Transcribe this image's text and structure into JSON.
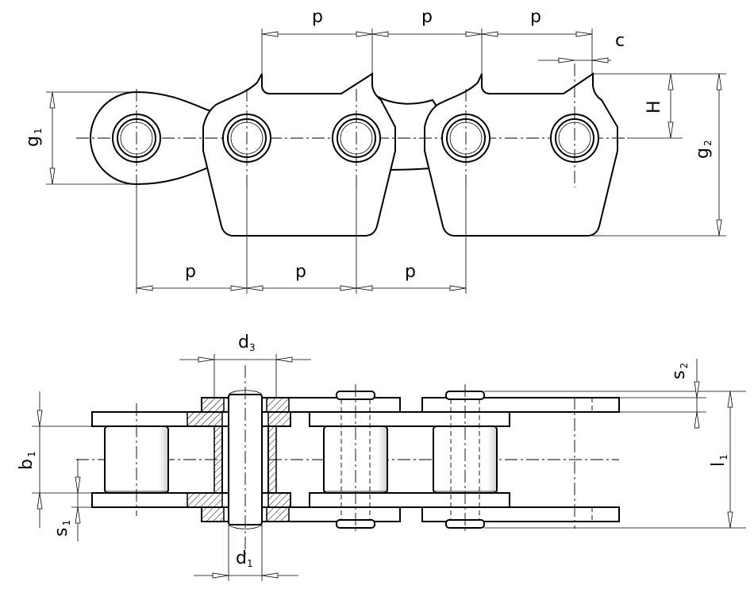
{
  "labels": {
    "pitch": "p",
    "clearance": "c",
    "height": "H",
    "g1_base": "g",
    "g1_sub": "1",
    "g2_base": "g",
    "g2_sub": "2",
    "d3_base": "d",
    "d3_sub": "3",
    "d1_base": "d",
    "d1_sub": "1",
    "s2_base": "s",
    "s2_sub": "2",
    "s1_base": "s",
    "s1_sub": "1",
    "b1_base": "b",
    "b1_sub": "1",
    "l1_base": "l",
    "l1_sub": "1"
  }
}
